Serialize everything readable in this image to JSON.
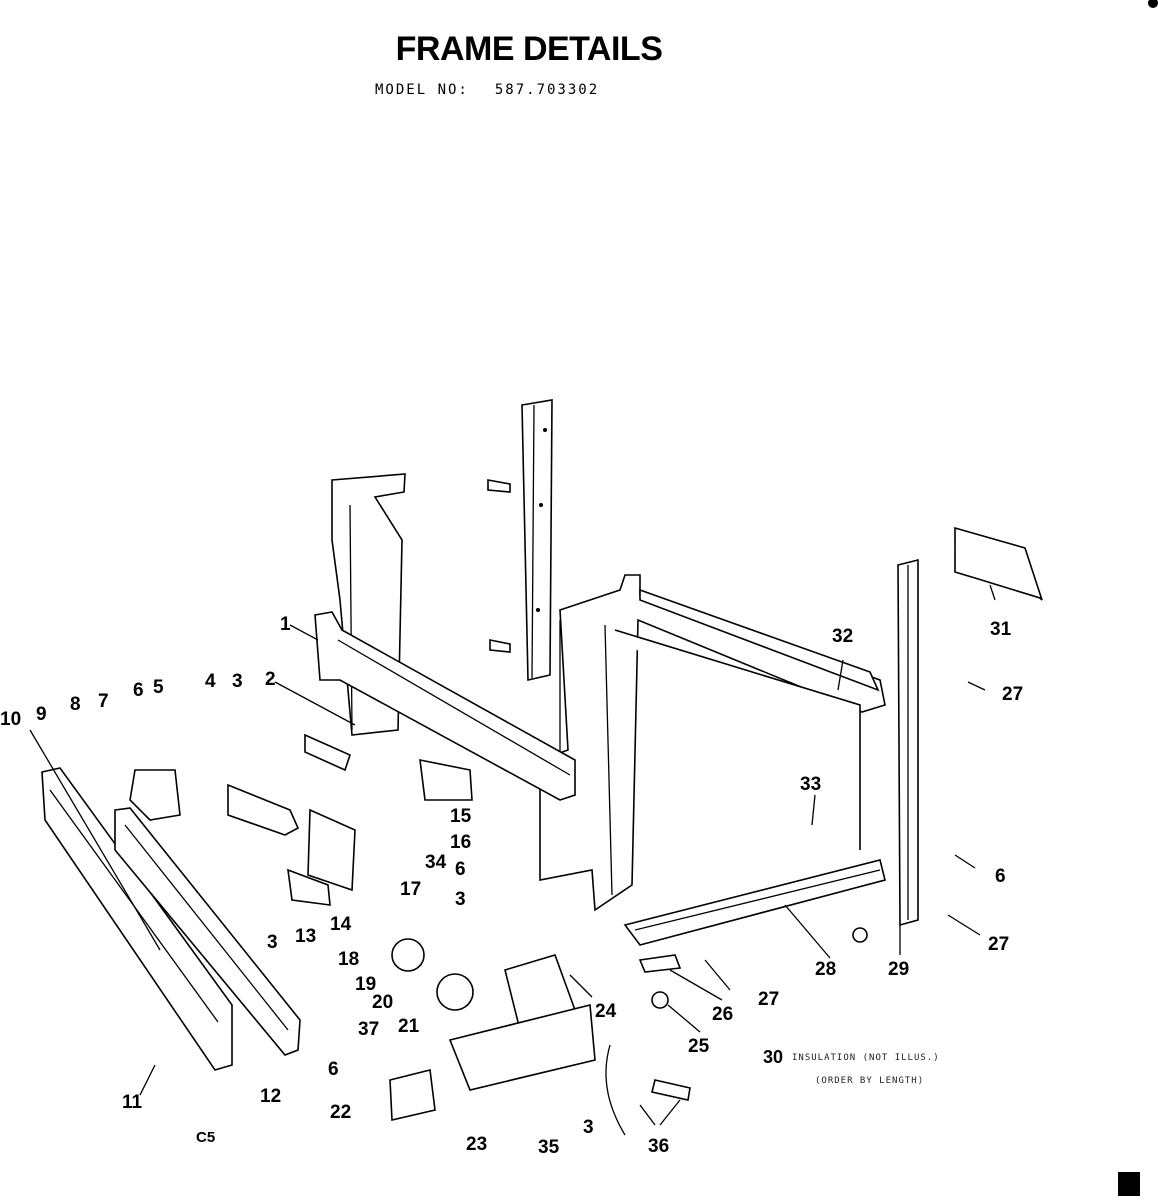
{
  "header": {
    "title": "FRAME DETAILS",
    "model_label": "MODEL NO:",
    "model_number": "587.703302"
  },
  "callouts": [
    "1",
    "2",
    "3",
    "4",
    "5",
    "6",
    "7",
    "8",
    "9",
    "10",
    "11",
    "12",
    "13",
    "14",
    "15",
    "16",
    "17",
    "18",
    "19",
    "20",
    "21",
    "22",
    "23",
    "24",
    "25",
    "26",
    "27",
    "28",
    "29",
    "31",
    "32",
    "33",
    "34",
    "35",
    "36",
    "37"
  ],
  "note": {
    "number": "30",
    "line1": "INSULATION (NOT ILLUS.)",
    "line2": "(ORDER BY LENGTH)"
  },
  "footer_code": "C5"
}
